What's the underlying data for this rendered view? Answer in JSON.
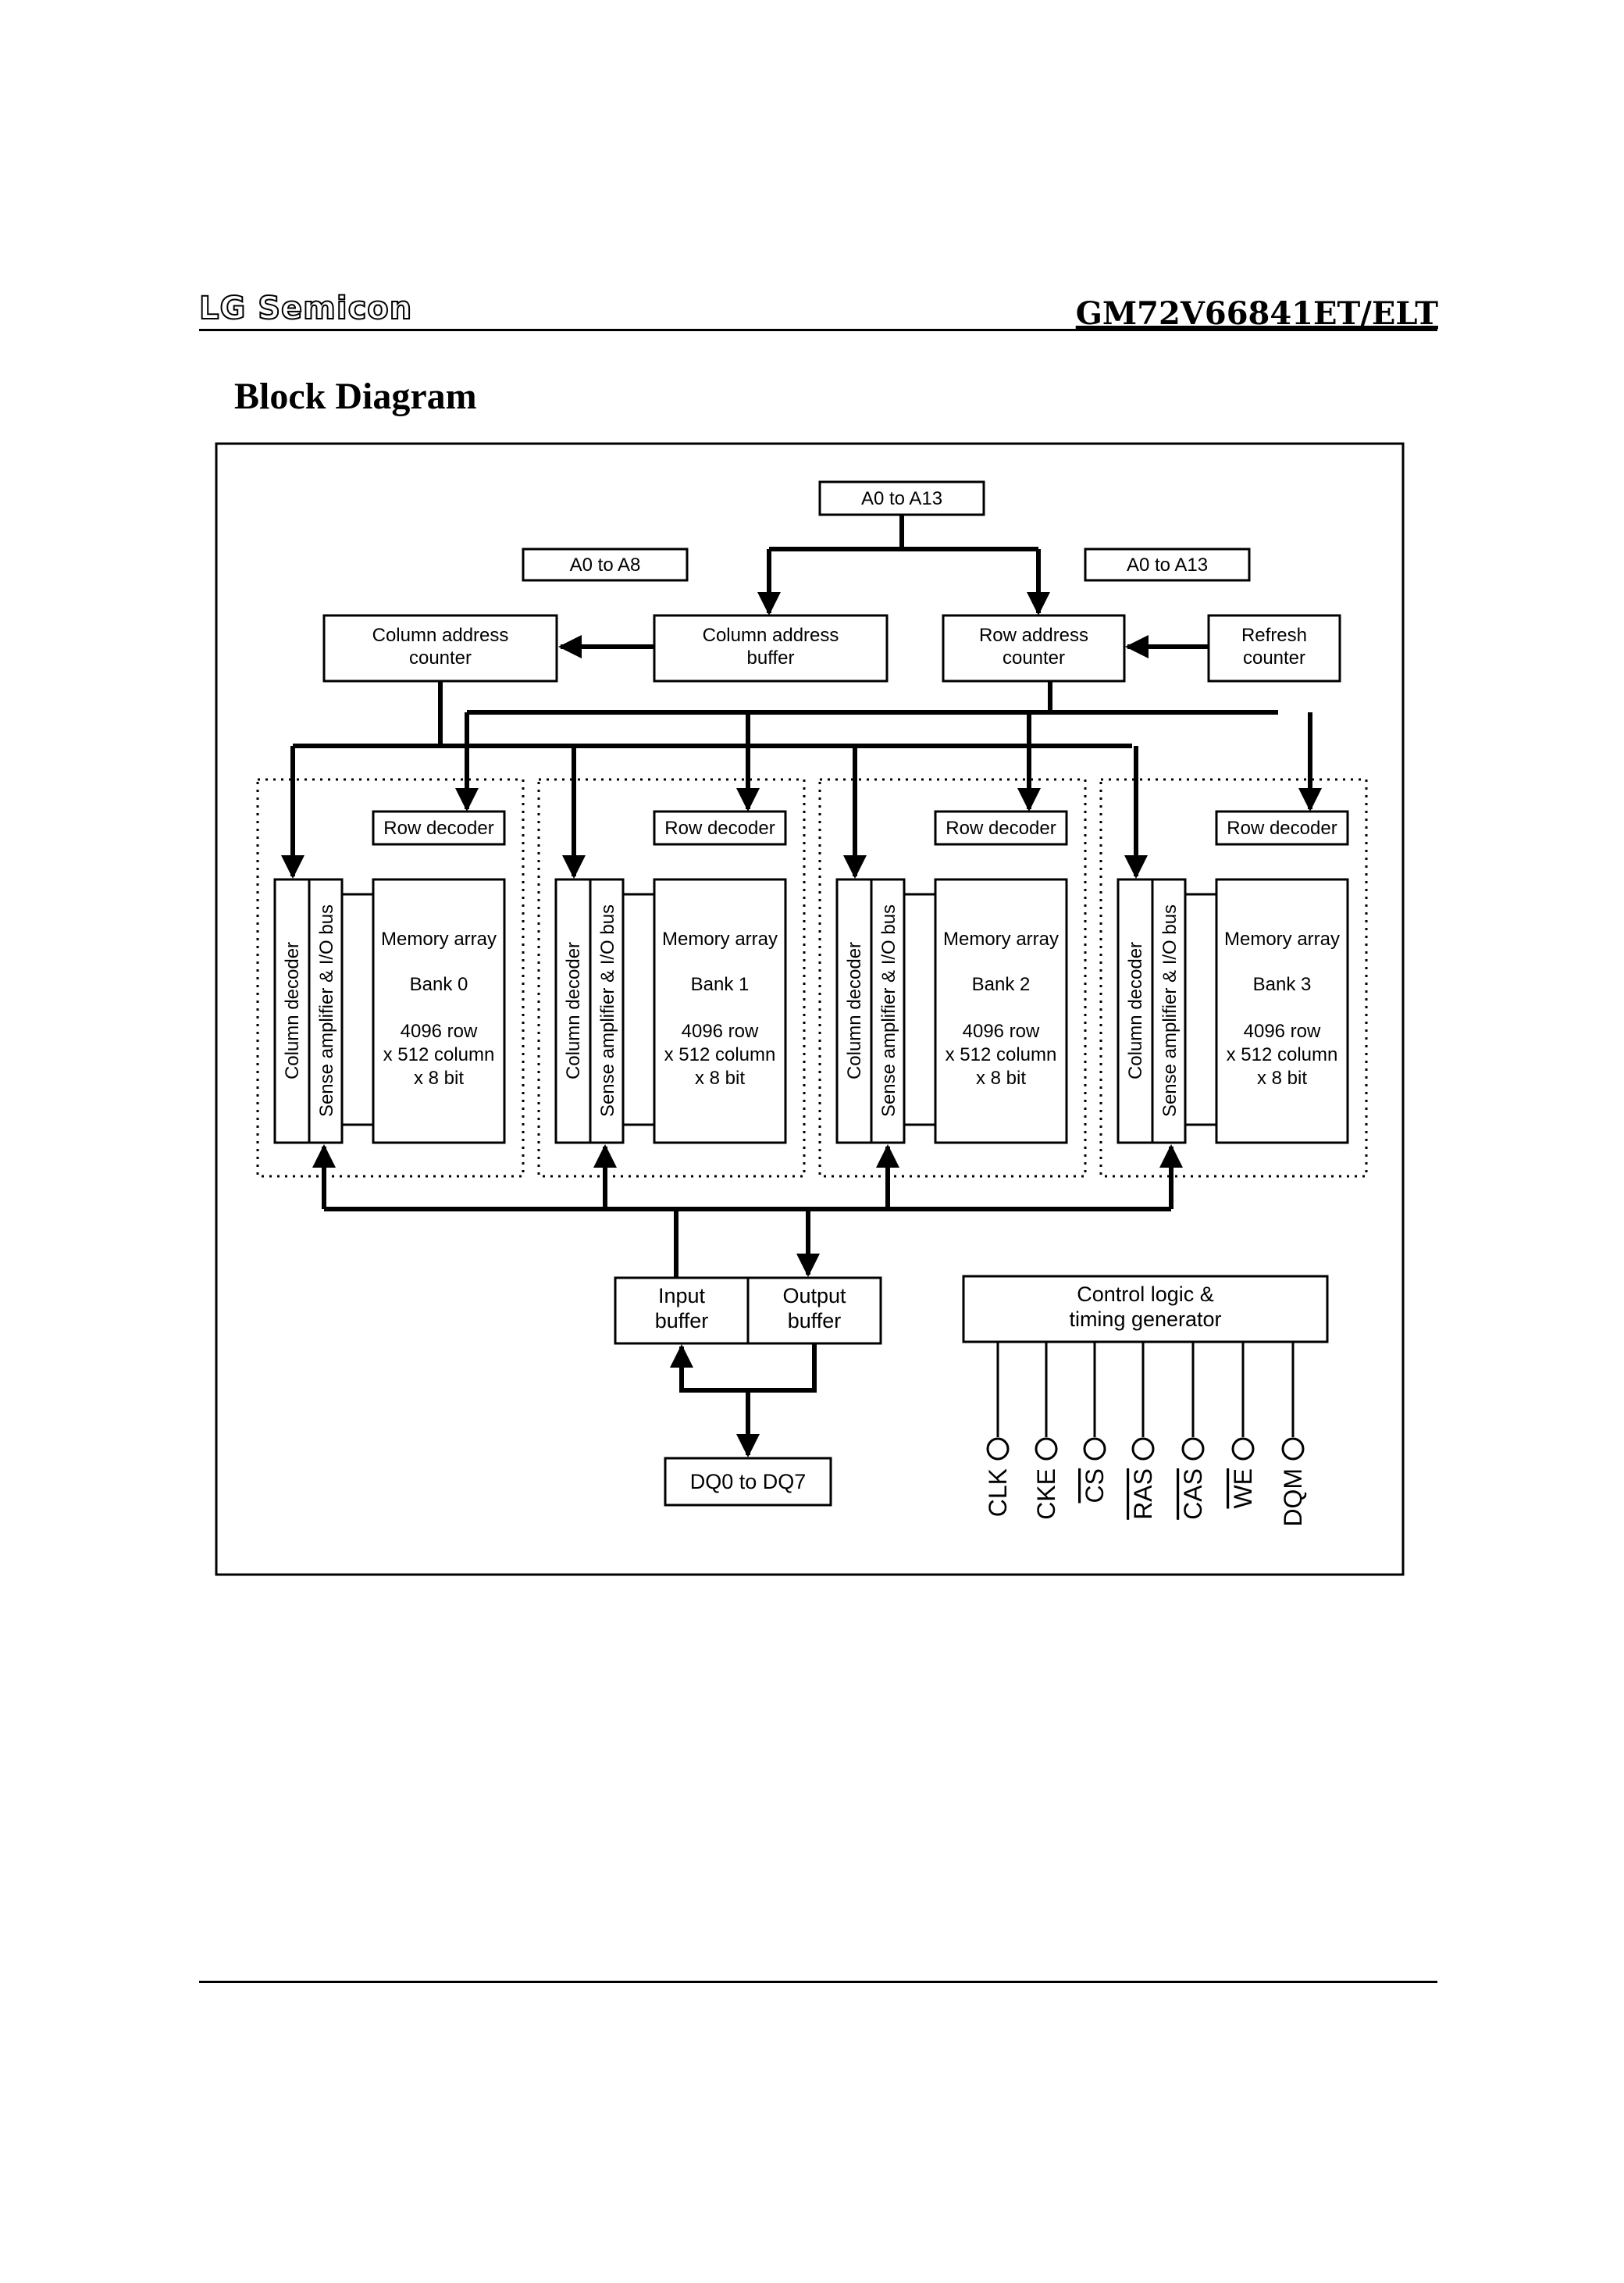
{
  "header": {
    "company": "LG Semicon",
    "part_number": "GM72V66841ET/ELT"
  },
  "section_title": "Block Diagram",
  "diagram": {
    "addr_top": "A0 to A13",
    "addr_col": "A0 to A8",
    "addr_row": "A0  to A13",
    "col_addr_counter": [
      "Column address",
      "counter"
    ],
    "col_addr_buffer": [
      "Column address",
      "buffer"
    ],
    "row_addr_counter": [
      "Row address",
      "counter"
    ],
    "refresh_counter": [
      "Refresh",
      "counter"
    ],
    "row_decoder": "Row decoder",
    "column_decoder": "Column decoder",
    "sense_amp": "Sense amplifier & I/O bus",
    "banks": [
      {
        "l1": "Memory array",
        "l2": "Bank 0",
        "l3": "4096 row",
        "l4": "x 512 column",
        "l5": "x 8 bit"
      },
      {
        "l1": "Memory array",
        "l2": "Bank 1",
        "l3": "4096 row",
        "l4": "x 512 column",
        "l5": "x 8 bit"
      },
      {
        "l1": "Memory array",
        "l2": "Bank 2",
        "l3": "4096 row",
        "l4": "x 512 column",
        "l5": "x 8 bit"
      },
      {
        "l1": "Memory array",
        "l2": "Bank 3",
        "l3": "4096 row",
        "l4": "x 512 column",
        "l5": "x 8 bit"
      }
    ],
    "input_buffer": [
      "Input",
      "buffer"
    ],
    "output_buffer": [
      "Output",
      "buffer"
    ],
    "control_logic": [
      "Control  logic &",
      "timing  generator"
    ],
    "dq": "DQ0 to DQ7",
    "pins": [
      "CLK",
      "CKE",
      "CS",
      "RAS",
      "CAS",
      "WE",
      "DQM"
    ]
  }
}
